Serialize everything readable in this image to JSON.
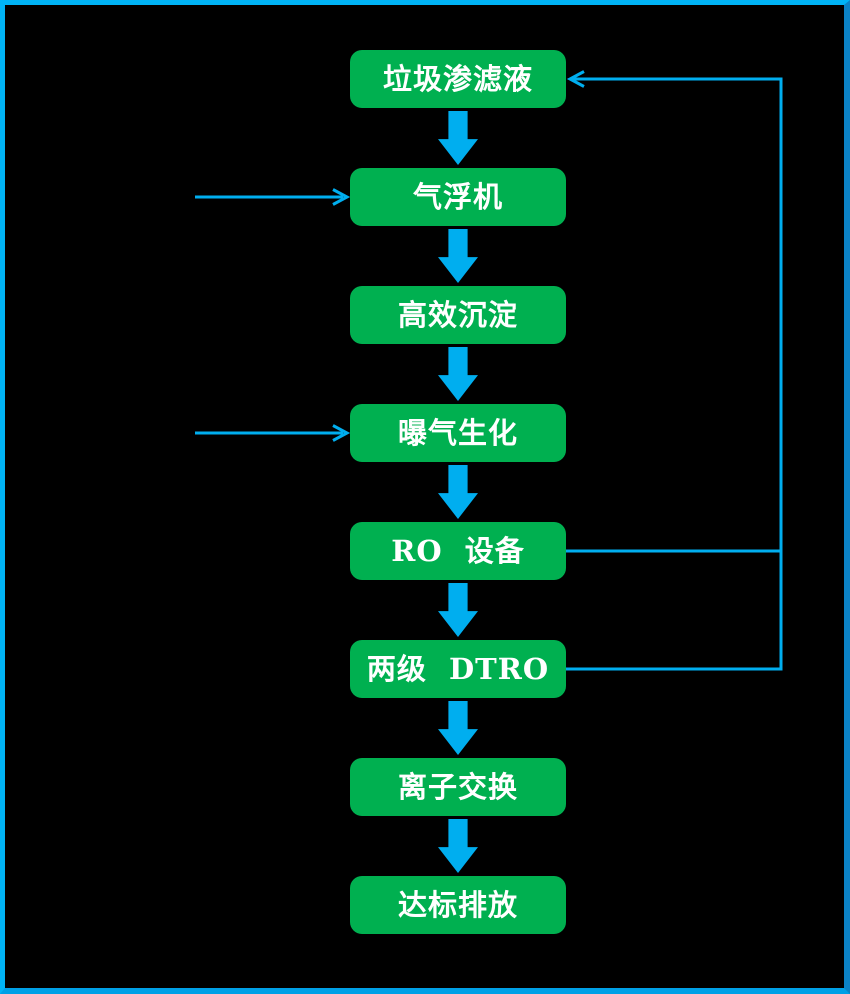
{
  "diagram": {
    "type": "flowchart",
    "colors": {
      "background": "#000000",
      "frame_border": "#00b0f0",
      "node_fill": "#00b050",
      "node_text": "#ffffff",
      "connector": "#00aeef"
    },
    "nodes": [
      {
        "label": "垃圾渗滤液"
      },
      {
        "label": "气浮机"
      },
      {
        "label": "高效沉淀"
      },
      {
        "label": "曝气生化"
      },
      {
        "label": "RO  设备"
      },
      {
        "label": "两级  DTRO"
      },
      {
        "label": "离子交换"
      },
      {
        "label": "达标排放"
      }
    ],
    "edges": [
      {
        "from": 0,
        "to": 1,
        "type": "block-arrow-down"
      },
      {
        "from": 1,
        "to": 2,
        "type": "block-arrow-down"
      },
      {
        "from": 2,
        "to": 3,
        "type": "block-arrow-down"
      },
      {
        "from": 3,
        "to": 4,
        "type": "block-arrow-down"
      },
      {
        "from": 4,
        "to": 5,
        "type": "block-arrow-down"
      },
      {
        "from": 5,
        "to": 6,
        "type": "block-arrow-down"
      },
      {
        "from": 6,
        "to": 7,
        "type": "block-arrow-down"
      },
      {
        "from": null,
        "to": 1,
        "type": "inflow-arrow-left"
      },
      {
        "from": null,
        "to": 3,
        "type": "inflow-arrow-left"
      },
      {
        "from": 4,
        "to": 0,
        "type": "recycle-return-line"
      },
      {
        "from": 5,
        "to": 0,
        "type": "recycle-return-line"
      }
    ]
  }
}
